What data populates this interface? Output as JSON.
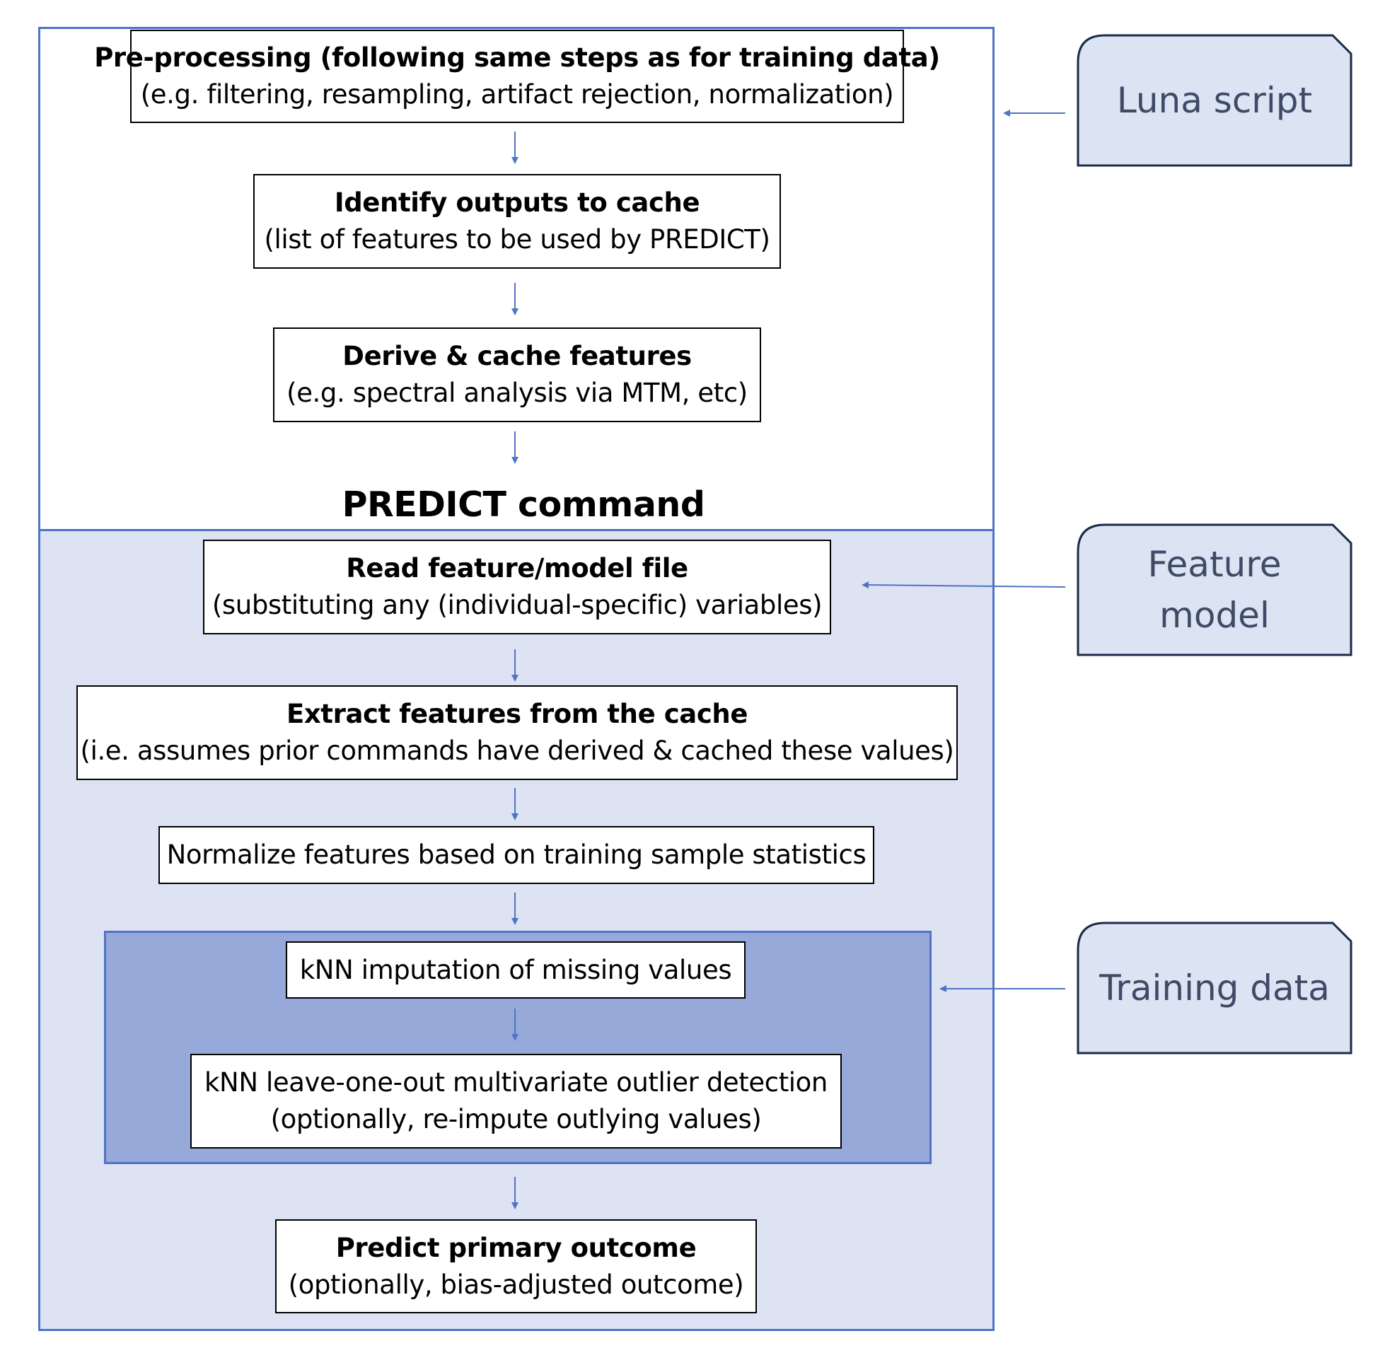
{
  "steps": {
    "preprocessing": {
      "title": "Pre-processing (following same steps as for training data)",
      "detail": "(e.g. filtering, resampling, artifact rejection, normalization)"
    },
    "identify_outputs": {
      "title": "Identify outputs to cache",
      "detail": "(list of features to be used by PREDICT)"
    },
    "derive_cache": {
      "title": "Derive & cache features",
      "detail": "(e.g. spectral analysis via MTM, etc)"
    },
    "read_model": {
      "title": "Read feature/model file",
      "detail": "(substituting any (individual-specific) variables)"
    },
    "extract_features": {
      "title": "Extract features from the cache",
      "detail": "(i.e. assumes prior commands have derived & cached these values)"
    },
    "normalize": {
      "detail": "Normalize features based on training sample statistics"
    },
    "knn_impute": {
      "detail": "kNN imputation of missing values"
    },
    "knn_outlier": {
      "detail": "kNN leave-one-out multivariate outlier detection",
      "detail2": "(optionally, re-impute outlying values)"
    },
    "predict_outcome": {
      "title": "Predict primary outcome",
      "detail": "(optionally, bias-adjusted outcome)"
    }
  },
  "predict_command_label": "PREDICT command",
  "inputs": {
    "luna_script": "Luna script",
    "feature_model_line1": "Feature",
    "feature_model_line2": "model",
    "training_data": "Training data"
  },
  "colors": {
    "accent": "#4f74c4",
    "panel_fill": "#dde3f3",
    "knn_fill": "#97a9d9",
    "card_fill": "#dce3f3",
    "card_border": "#1b2a4a",
    "card_text": "#3e4a66"
  }
}
